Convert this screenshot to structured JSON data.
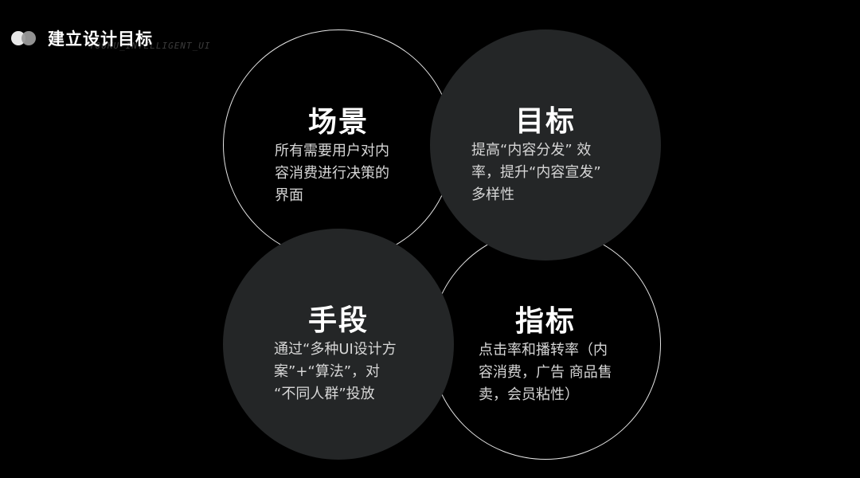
{
  "header": {
    "title": "建立设计目标",
    "subtitle": "YOUKU_INTELLIGENT_UI",
    "logo_icon": "two-overlapping-dots-logo"
  },
  "colors": {
    "background": "#000000",
    "filled_circle": "#242627",
    "outline": "#e6e6e6",
    "text_primary": "#ffffff",
    "text_secondary": "#d6d6d6"
  },
  "circles": {
    "scene": {
      "heading": "场景",
      "text": "所有需要用户对内\n容消费进行决策的\n界面"
    },
    "goal": {
      "heading": "目标",
      "text": "提高“内容分发” 效\n率，提升“内容宣发”\n多样性"
    },
    "means": {
      "heading": "手段",
      "text": "通过“多种UI设计方\n案”+“算法”，对\n“不同人群”投放"
    },
    "kpi": {
      "heading": "指标",
      "text": "点击率和播转率（内\n容消费，广告 商品售\n卖，会员粘性）"
    }
  }
}
